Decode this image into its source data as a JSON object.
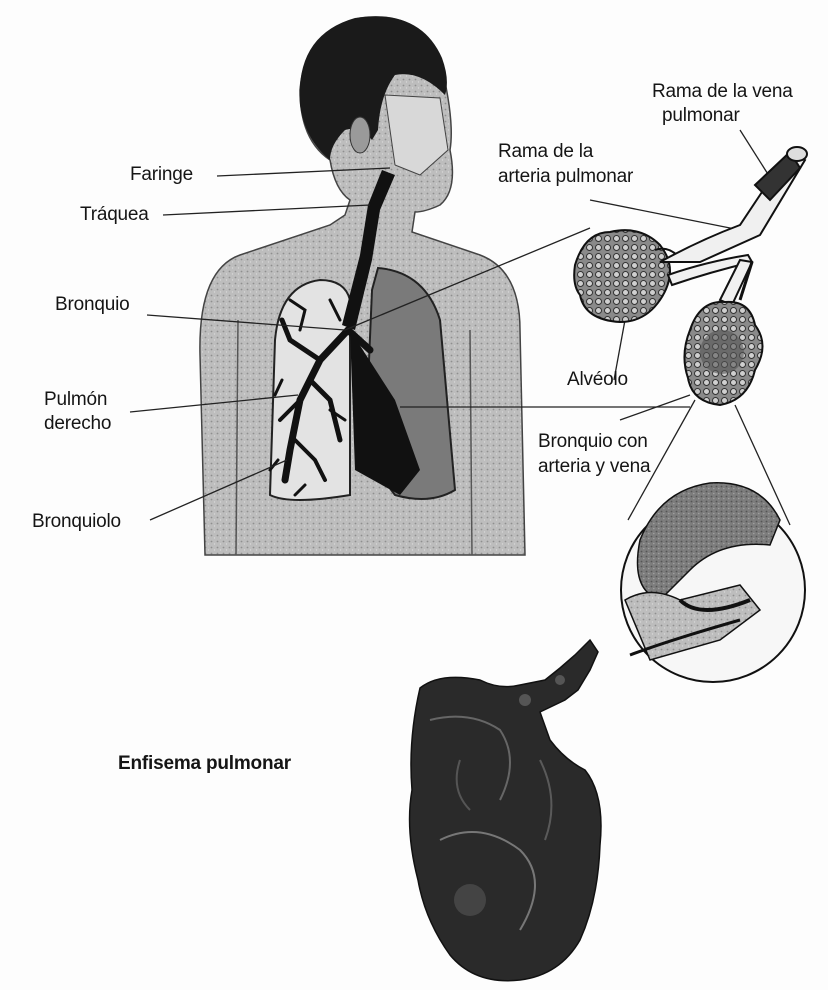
{
  "labels": {
    "faringe": "Faringe",
    "traquea": "Tráquea",
    "bronquio": "Bronquio",
    "pulmon_derecho_1": "Pulmón",
    "pulmon_derecho_2": "derecho",
    "bronquiolo": "Bronquiolo",
    "rama_vena_1": "Rama de la vena",
    "rama_vena_2": "pulmonar",
    "rama_arteria_1": "Rama de la",
    "rama_arteria_2": "arteria pulmonar",
    "alveolo": "Alvéolo",
    "bronquio_arteria_vena_1": "Bronquio con",
    "bronquio_arteria_vena_2": "arteria y vena",
    "enfisema": "Enfisema pulmonar"
  }
}
